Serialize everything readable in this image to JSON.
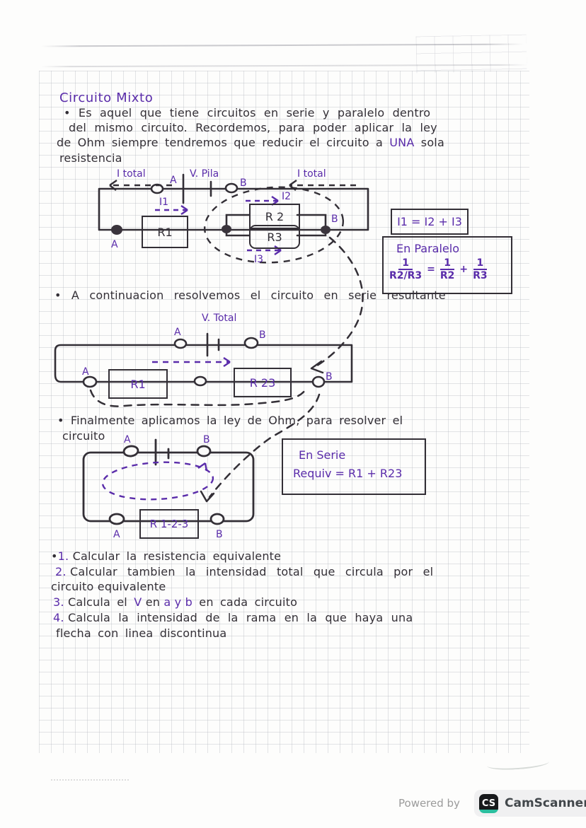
{
  "doc": {
    "title": "Circuito Mixto",
    "intro_line1": "• Es aquel que tiene circuitos en serie y paralelo dentro",
    "intro_line2": "del mismo circuito. Recordemos, para poder aplicar la ley",
    "intro_line3_pre": "de Ohm siempre tendremos que reducir el circuito a ",
    "intro_line3_highlight": "UNA",
    "intro_line3_post": " sola",
    "intro_line4": "resistencia",
    "continuation": "• A continuacion resolvemos el circuito en serie resultante",
    "finally_line1": "• Finalmente aplicamos la ley de Ohm, para resolver el",
    "finally_line2": "circuito"
  },
  "circuit1": {
    "label_itotal_left": "I total",
    "label_node_a_top": "A",
    "label_vpila": "V. Pila",
    "label_node_b_top": "B",
    "label_itotal_right": "I total",
    "label_i1": "I1",
    "label_i2": "I2",
    "label_i3": "I3",
    "r1": "R1",
    "r2": "R 2",
    "r3": "R3",
    "label_node_a_bottom": "A",
    "label_node_b_bottom": "B"
  },
  "formulas": {
    "current_law": "I1 = I2 + I3",
    "parallel_title": "En Paralelo",
    "parallel_f1_num": "1",
    "parallel_f1_den": "R2/R3",
    "equals": "=",
    "parallel_f2_num": "1",
    "parallel_f2_den": "R2",
    "plus": "+",
    "parallel_f3_num": "1",
    "parallel_f3_den": "R3",
    "series_title": "En Serie",
    "series_equation": "Requiv = R1 + R23"
  },
  "circuit2": {
    "label_vtotal": "V. Total",
    "label_node_a_top": "A",
    "label_node_b_top": "B",
    "label_node_a_bottom": "A",
    "r1": "R1",
    "r23": "R 23",
    "label_node_b_bottom": "B"
  },
  "circuit3": {
    "label_node_a_top": "A",
    "label_node_b_top": "B",
    "label_node_a_bottom": "A",
    "label_node_b_bottom": "B",
    "r123": "R 1-2-3"
  },
  "tasks": {
    "bullet": "•",
    "item1_num": "1.",
    "item1_text": "Calcular la resistencia equivalente",
    "item2_num": "2.",
    "item2_line1": "Calcular tambien la intensidad total que circula por el",
    "item2_line2": "circuito equivalente",
    "item3_num": "3.",
    "item3_seg1": "Calcula el ",
    "item3_v": "V",
    "item3_seg2": " en ",
    "item3_ab": "a y b",
    "item3_seg3": " en cada circuito",
    "item4_num": "4.",
    "item4_line1": "Calcula la intensidad de la rama en la que haya una",
    "item4_line2": "flecha con linea discontinua"
  },
  "footer": {
    "powered_by": "Powered by",
    "logo_text": "CS",
    "brand": "CamScanner"
  },
  "colors": {
    "ink_black": "#332f36",
    "ink_purple": "#5a2caa",
    "camscanner_teal": "#2bbf9f"
  }
}
